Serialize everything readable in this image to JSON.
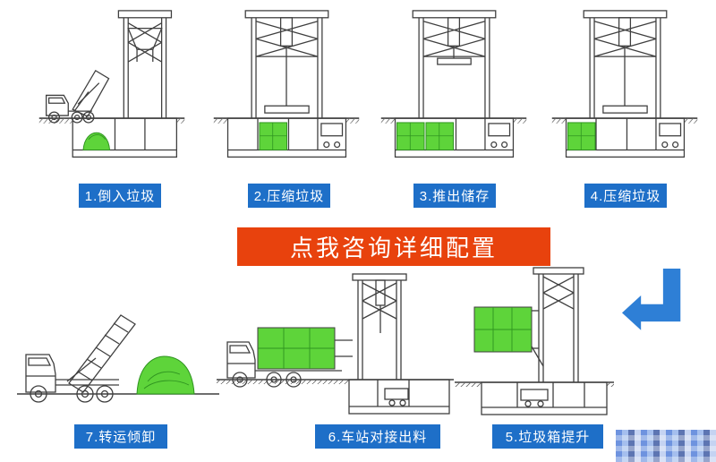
{
  "banner": {
    "text": "点我咨询详细配置",
    "background_color": "#e8420d",
    "text_color": "#ffffff"
  },
  "steps": [
    {
      "label": "1.倒入垃圾"
    },
    {
      "label": "2.压缩垃圾"
    },
    {
      "label": "3.推出储存"
    },
    {
      "label": "4.压缩垃圾"
    },
    {
      "label": "5.垃圾箱提升"
    },
    {
      "label": "6.车站对接出料"
    },
    {
      "label": "7.转运倾卸"
    }
  ],
  "colors": {
    "step_label_bg": "#1e6fc8",
    "step_label_text": "#ffffff",
    "garbage_green": "#5ed43a",
    "arrow_blue": "#2e7fd6",
    "drawing_line": "#3f3f3f"
  },
  "icons": {
    "flow_arrow": "left-elbow-arrow"
  }
}
